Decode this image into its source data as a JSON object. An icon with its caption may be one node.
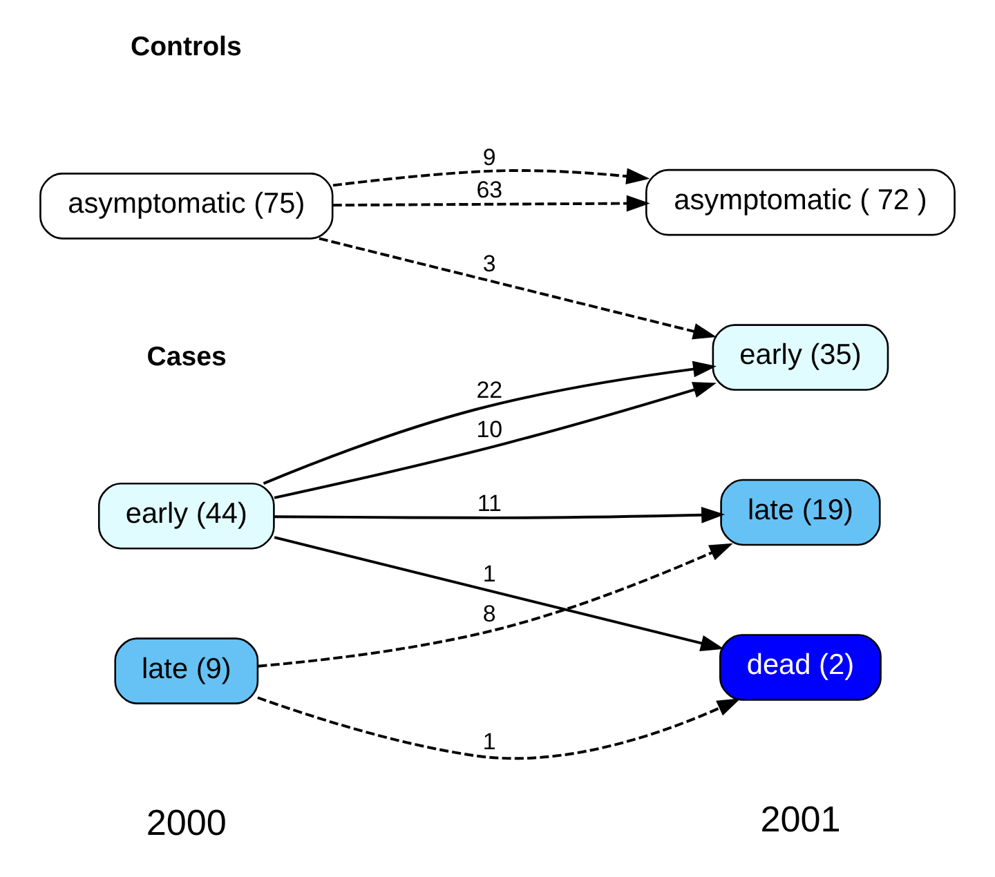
{
  "diagram": {
    "nodes": [
      {
        "text": [
          "asymptomatic (75)"
        ]
      },
      {
        "text": [
          "early (44)"
        ]
      },
      {
        "text": [
          "late (9)"
        ]
      },
      {
        "text": [
          "asymptomatic ( 72 )"
        ]
      },
      {
        "text": [
          "early (35)"
        ]
      },
      {
        "text": [
          "late (19)"
        ]
      },
      {
        "text": [
          "dead (2)"
        ]
      }
    ],
    "edges": [
      {
        "from": 0,
        "to": 3,
        "arrow": "to",
        "label": "63",
        "style": "dashed"
      },
      {
        "from": 0,
        "to": 3,
        "arrow": "to",
        "label": "9",
        "style": "dashed"
      },
      {
        "from": 0,
        "to": 4,
        "arrow": "to",
        "label": "3",
        "style": "dashed"
      },
      {
        "from": 1,
        "to": 4,
        "arrow": "to",
        "label": "22"
      },
      {
        "from": 1,
        "to": 4,
        "arrow": "to",
        "label": "10"
      },
      {
        "from": 1,
        "to": 5,
        "arrow": "to",
        "label": "11"
      },
      {
        "from": 2,
        "to": 5,
        "arrow": "to",
        "label": "8",
        "style": "dashed"
      },
      {
        "from": 2,
        "to": 6,
        "arrow": "to",
        "label": "1",
        "style": "dashed"
      },
      {
        "from": 1,
        "to": 6,
        "arrow": "to",
        "label": "1"
      }
    ],
    "labels": [
      "Controls",
      "Cases",
      "2000",
      "2001"
    ]
  }
}
